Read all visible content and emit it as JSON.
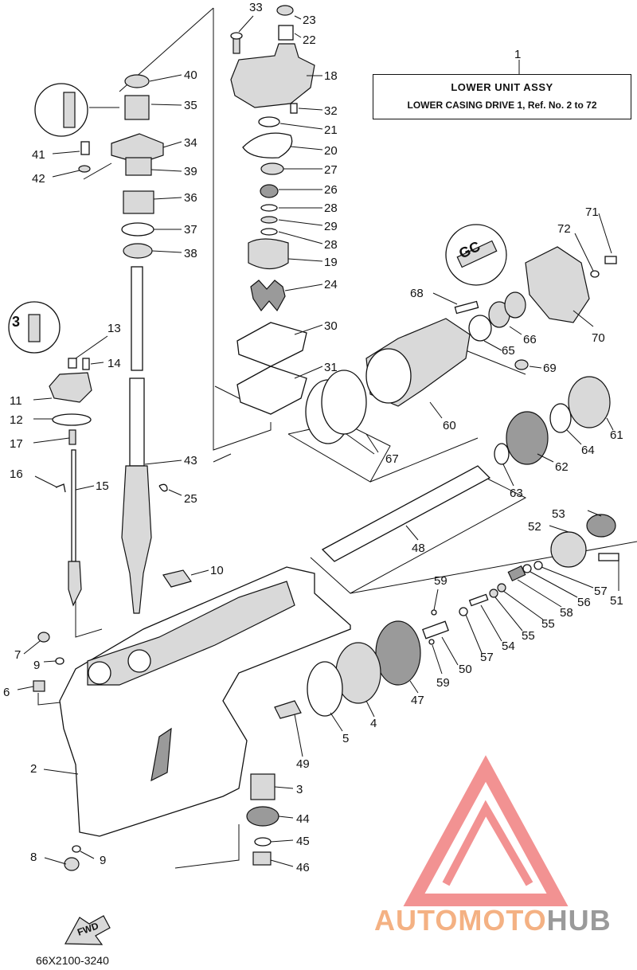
{
  "title_box": {
    "ref": "1",
    "line1": "LOWER UNIT ASSY",
    "line2": "LOWER CASING DRIVE 1,  Ref. No. 2 to 72"
  },
  "catalog_code": "66X2100-3240",
  "fwd_label": "FWD",
  "watermark": {
    "part1": "AUTOMOTO",
    "part2": "HUB",
    "color1": "#f4b183",
    "color2": "#9a9a9a",
    "logo_color": "#f08080"
  },
  "callouts": [
    {
      "id": "c33",
      "text": "33"
    },
    {
      "id": "c23",
      "text": "23"
    },
    {
      "id": "c22",
      "text": "22"
    },
    {
      "id": "c18",
      "text": "18"
    },
    {
      "id": "c32",
      "text": "32"
    },
    {
      "id": "c21",
      "text": "21"
    },
    {
      "id": "c20",
      "text": "20"
    },
    {
      "id": "c27",
      "text": "27"
    },
    {
      "id": "c26",
      "text": "26"
    },
    {
      "id": "c28a",
      "text": "28"
    },
    {
      "id": "c29",
      "text": "29"
    },
    {
      "id": "c28b",
      "text": "28"
    },
    {
      "id": "c19",
      "text": "19"
    },
    {
      "id": "c24",
      "text": "24"
    },
    {
      "id": "c30",
      "text": "30"
    },
    {
      "id": "c31",
      "text": "31"
    },
    {
      "id": "c40",
      "text": "40"
    },
    {
      "id": "c35",
      "text": "35"
    },
    {
      "id": "c34",
      "text": "34"
    },
    {
      "id": "c39",
      "text": "39"
    },
    {
      "id": "c36",
      "text": "36"
    },
    {
      "id": "c37",
      "text": "37"
    },
    {
      "id": "c38",
      "text": "38"
    },
    {
      "id": "c41",
      "text": "41"
    },
    {
      "id": "c42",
      "text": "42"
    },
    {
      "id": "c13",
      "text": "13"
    },
    {
      "id": "c14",
      "text": "14"
    },
    {
      "id": "c11",
      "text": "11"
    },
    {
      "id": "c12",
      "text": "12"
    },
    {
      "id": "c17",
      "text": "17"
    },
    {
      "id": "c16",
      "text": "16"
    },
    {
      "id": "c15",
      "text": "15"
    },
    {
      "id": "c43",
      "text": "43"
    },
    {
      "id": "c25",
      "text": "25"
    },
    {
      "id": "c10",
      "text": "10"
    },
    {
      "id": "c7",
      "text": "7"
    },
    {
      "id": "c9a",
      "text": "9"
    },
    {
      "id": "c6",
      "text": "6"
    },
    {
      "id": "c2",
      "text": "2"
    },
    {
      "id": "c8",
      "text": "8"
    },
    {
      "id": "c9b",
      "text": "9"
    },
    {
      "id": "c71",
      "text": "71"
    },
    {
      "id": "c72",
      "text": "72"
    },
    {
      "id": "c68",
      "text": "68"
    },
    {
      "id": "c70",
      "text": "70"
    },
    {
      "id": "c66",
      "text": "66"
    },
    {
      "id": "c65",
      "text": "65"
    },
    {
      "id": "c69",
      "text": "69"
    },
    {
      "id": "c60",
      "text": "60"
    },
    {
      "id": "c61",
      "text": "61"
    },
    {
      "id": "c64",
      "text": "64"
    },
    {
      "id": "c62",
      "text": "62"
    },
    {
      "id": "c67",
      "text": "67"
    },
    {
      "id": "c63",
      "text": "63"
    },
    {
      "id": "c48",
      "text": "48"
    },
    {
      "id": "c53",
      "text": "53"
    },
    {
      "id": "c52",
      "text": "52"
    },
    {
      "id": "c51",
      "text": "51"
    },
    {
      "id": "c57a",
      "text": "57"
    },
    {
      "id": "c56",
      "text": "56"
    },
    {
      "id": "c58",
      "text": "58"
    },
    {
      "id": "c55a",
      "text": "55"
    },
    {
      "id": "c55b",
      "text": "55"
    },
    {
      "id": "c54",
      "text": "54"
    },
    {
      "id": "c57b",
      "text": "57"
    },
    {
      "id": "c59a",
      "text": "59"
    },
    {
      "id": "c50",
      "text": "50"
    },
    {
      "id": "c59b",
      "text": "59"
    },
    {
      "id": "c47",
      "text": "47"
    },
    {
      "id": "c4",
      "text": "4"
    },
    {
      "id": "c5",
      "text": "5"
    },
    {
      "id": "c49",
      "text": "49"
    },
    {
      "id": "c3",
      "text": "3"
    },
    {
      "id": "c44",
      "text": "44"
    },
    {
      "id": "c45",
      "text": "45"
    },
    {
      "id": "c46",
      "text": "46"
    }
  ],
  "lube_marks": [
    {
      "id": "lube-shaft",
      "text": "ℇ"
    },
    {
      "id": "lube-bearing",
      "text": "GC"
    },
    {
      "id": "lube-seal",
      "text": "3"
    }
  ]
}
